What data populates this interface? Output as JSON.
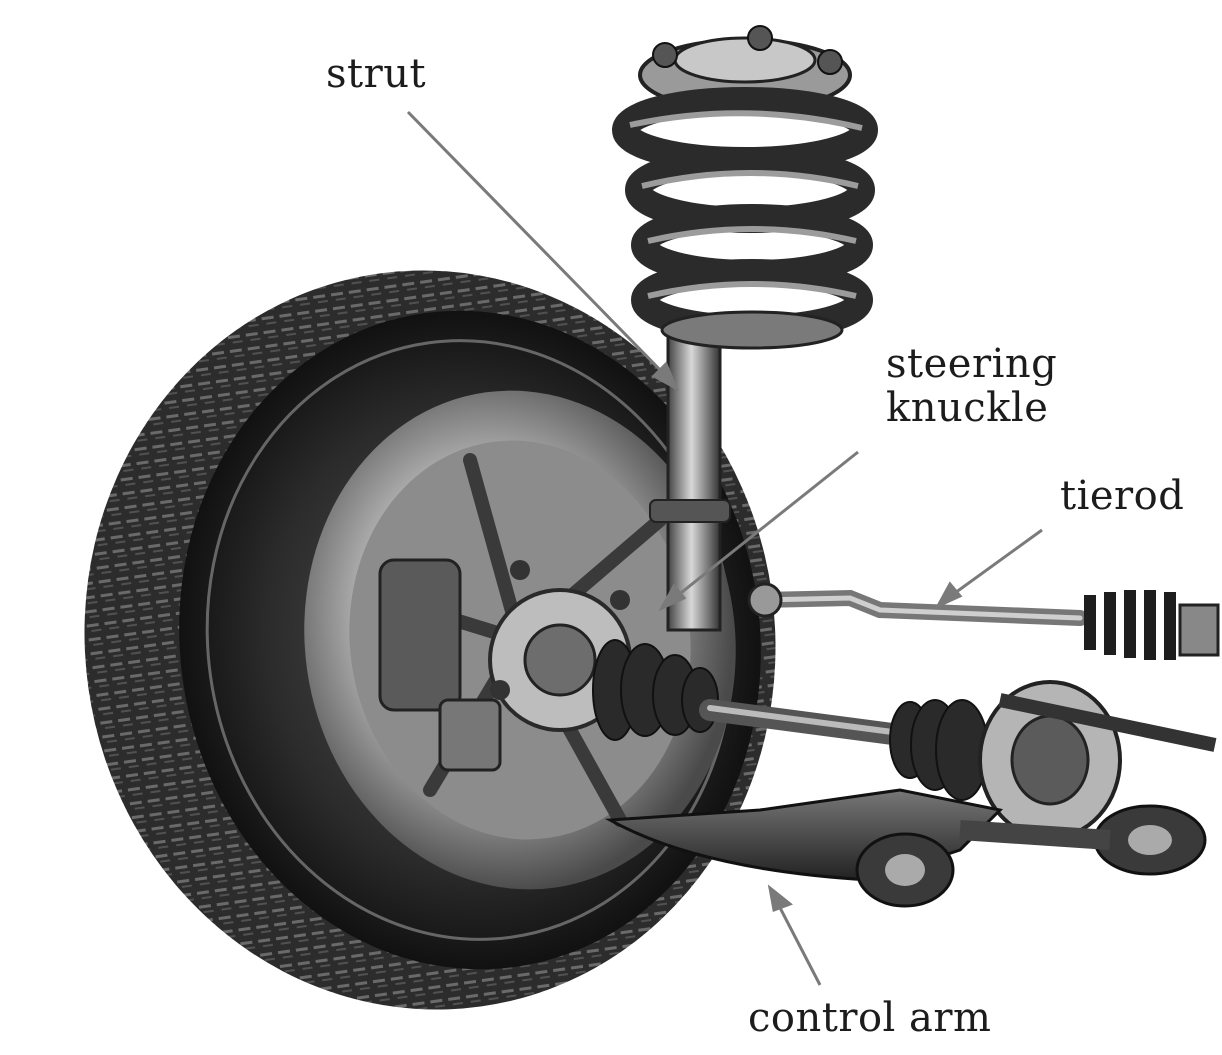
{
  "diagram": {
    "labels": {
      "strut": "strut",
      "steering_knuckle_line1": "steering",
      "steering_knuckle_line2": "knuckle",
      "tierod": "tierod",
      "control_arm": "control arm"
    },
    "colors": {
      "ink": "#1c1c1c",
      "background": "#ffffff",
      "metal_light": "#c9c9c9",
      "metal_dark": "#3a3a3a",
      "tire": "#2a2a2a"
    }
  }
}
